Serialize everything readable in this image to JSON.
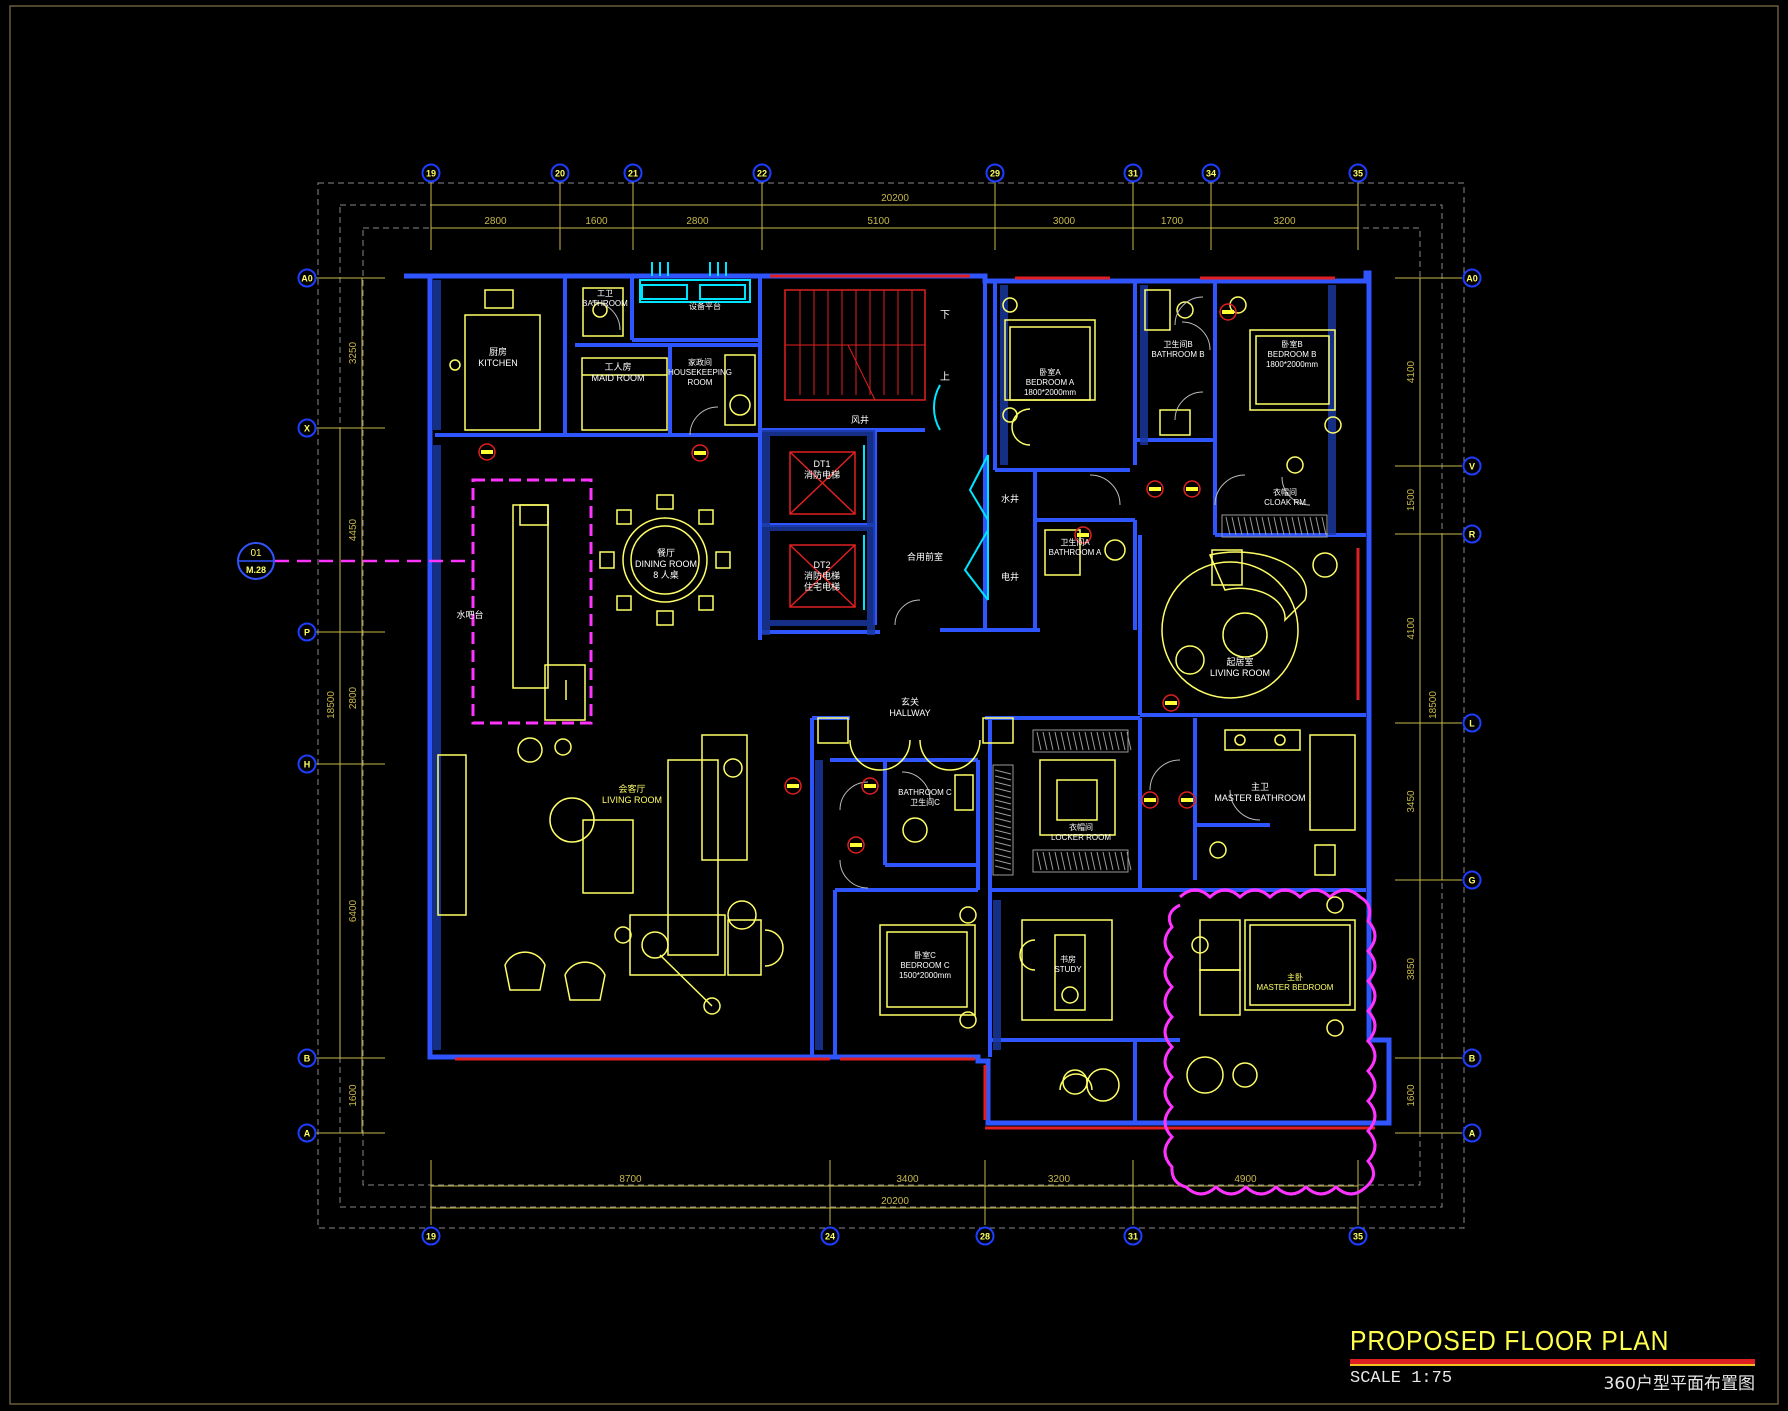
{
  "drawing": {
    "title": "PROPOSED FLOOR PLAN",
    "scale": "SCALE 1:75",
    "subtitle_cn": "360户型平面布置图",
    "section_marker": {
      "id": "01",
      "ref": "M.28"
    }
  },
  "grid": {
    "top": [
      "19",
      "20",
      "21",
      "22",
      "29",
      "31",
      "34",
      "35"
    ],
    "bottom": [
      "19",
      "24",
      "28",
      "31",
      "35"
    ],
    "left": [
      "A0",
      "X",
      "P",
      "H",
      "B",
      "A"
    ],
    "right": [
      "A0",
      "V",
      "R",
      "L",
      "G",
      "B",
      "A"
    ]
  },
  "dims": {
    "top_total": "20200",
    "top": [
      "2800",
      "1600",
      "2800",
      "5100",
      "3000",
      "1700",
      "3200"
    ],
    "bottom": [
      "8700",
      "3400",
      "3200",
      "4900"
    ],
    "bottom_total": "20200",
    "left": [
      "3250",
      "4450",
      "2800",
      "6400",
      "1600"
    ],
    "left_total": "18500",
    "right": [
      "4100",
      "1500",
      "4100",
      "3450",
      "3850",
      "1600"
    ],
    "right_total": "18500"
  },
  "rooms": {
    "kitchen": [
      "厨房",
      "KITCHEN"
    ],
    "maid_room": [
      "工人房",
      "MAID ROOM"
    ],
    "housekeeping": [
      "家政间",
      "HOUSEKEEPING",
      "ROOM"
    ],
    "maid_bath": [
      "工卫",
      "BATHROOM"
    ],
    "equipment": "设备平台",
    "dt1": [
      "DT1",
      "消防电梯"
    ],
    "dt2": [
      "DT2",
      "消防电梯",
      "住宅电梯"
    ],
    "lobby": "合用前室",
    "stair_down": "下",
    "stair_up": "上",
    "fire_shaft": "风井",
    "water_shaft": "水井",
    "elec_shaft": "电井",
    "dining": [
      "餐厅",
      "DINING ROOM",
      "8 人桌"
    ],
    "water_bar": "水吧台",
    "bedroom_a": [
      "卧室A",
      "BEDROOM A",
      "1800*2000mm"
    ],
    "bathroom_b": [
      "卫生间B",
      "BATHROOM B"
    ],
    "bedroom_b": [
      "卧室B",
      "BEDROOM B",
      "1800*2000mm"
    ],
    "cloak": [
      "衣帽间",
      "CLOAK RM"
    ],
    "bathroom_a": [
      "卫生间A",
      "BATHROOM A"
    ],
    "living_room": [
      "起居室",
      "LIVING ROOM"
    ],
    "hallway": [
      "玄关",
      "HALLWAY"
    ],
    "bathroom_c": [
      "BATHROOM C",
      "卫生间C"
    ],
    "guest_living": [
      "会客厅",
      "LIVING ROOM"
    ],
    "locker": [
      "衣帽间",
      "LOCKER ROOM"
    ],
    "master_bath": [
      "主卫",
      "MASTER BATHROOM"
    ],
    "bedroom_c": [
      "卧室C",
      "BEDROOM C",
      "1500*2000mm"
    ],
    "study": [
      "书房",
      "STUDY"
    ],
    "master_bedroom": [
      "主卧",
      "MASTER BEDROOM"
    ]
  },
  "colors": {
    "background": "#000000",
    "wall": "#2f55ff",
    "furniture": "#ffff66",
    "cyan": "#00e5ff",
    "magenta": "#ff33ff",
    "red": "#e02020",
    "dim": "#c8b84a",
    "grid_bubble": "#1d3dff"
  }
}
